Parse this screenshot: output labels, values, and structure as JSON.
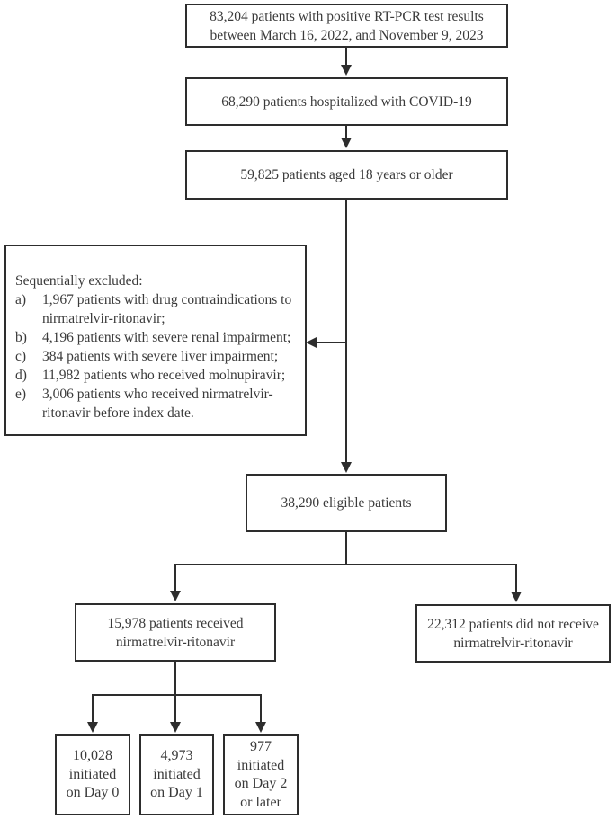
{
  "colors": {
    "line": "#2d2d2d",
    "text": "#3a3a3a",
    "background": "#ffffff"
  },
  "nodes": {
    "rtpcr": {
      "lines": [
        "83,204 patients with positive RT-PCR test results",
        "between March 16, 2022, and November 9, 2023"
      ]
    },
    "hospitalized": {
      "lines": [
        "68,290 patients hospitalized with COVID-19"
      ]
    },
    "aged": {
      "lines": [
        "59,825 patients aged 18 years or older"
      ]
    },
    "excluded": {
      "title": "Sequentially excluded:",
      "items": [
        {
          "label": "a)",
          "lines": [
            "1,967 patients with drug contraindications to",
            "nirmatrelvir-ritonavir;"
          ]
        },
        {
          "label": "b)",
          "lines": [
            "4,196 patients with severe renal impairment;"
          ]
        },
        {
          "label": "c)",
          "lines": [
            "384 patients with severe liver impairment;"
          ]
        },
        {
          "label": "d)",
          "lines": [
            "11,982 patients who received molnupiravir;"
          ]
        },
        {
          "label": "e)",
          "lines": [
            "3,006 patients who received nirmatrelvir-",
            "ritonavir before index date."
          ]
        }
      ]
    },
    "eligible": {
      "lines": [
        "38,290 eligible patients"
      ]
    },
    "received": {
      "lines": [
        "15,978 patients received",
        "nirmatrelvir-ritonavir"
      ]
    },
    "not_received": {
      "lines": [
        "22,312 patients did not receive",
        "nirmatrelvir-ritonavir"
      ]
    },
    "day0": {
      "lines": [
        "10,028",
        "initiated",
        "on Day 0"
      ]
    },
    "day1": {
      "lines": [
        "4,973",
        "initiated",
        "on Day 1"
      ]
    },
    "day2": {
      "lines": [
        "977",
        "initiated",
        "on Day 2",
        "or later"
      ]
    }
  }
}
